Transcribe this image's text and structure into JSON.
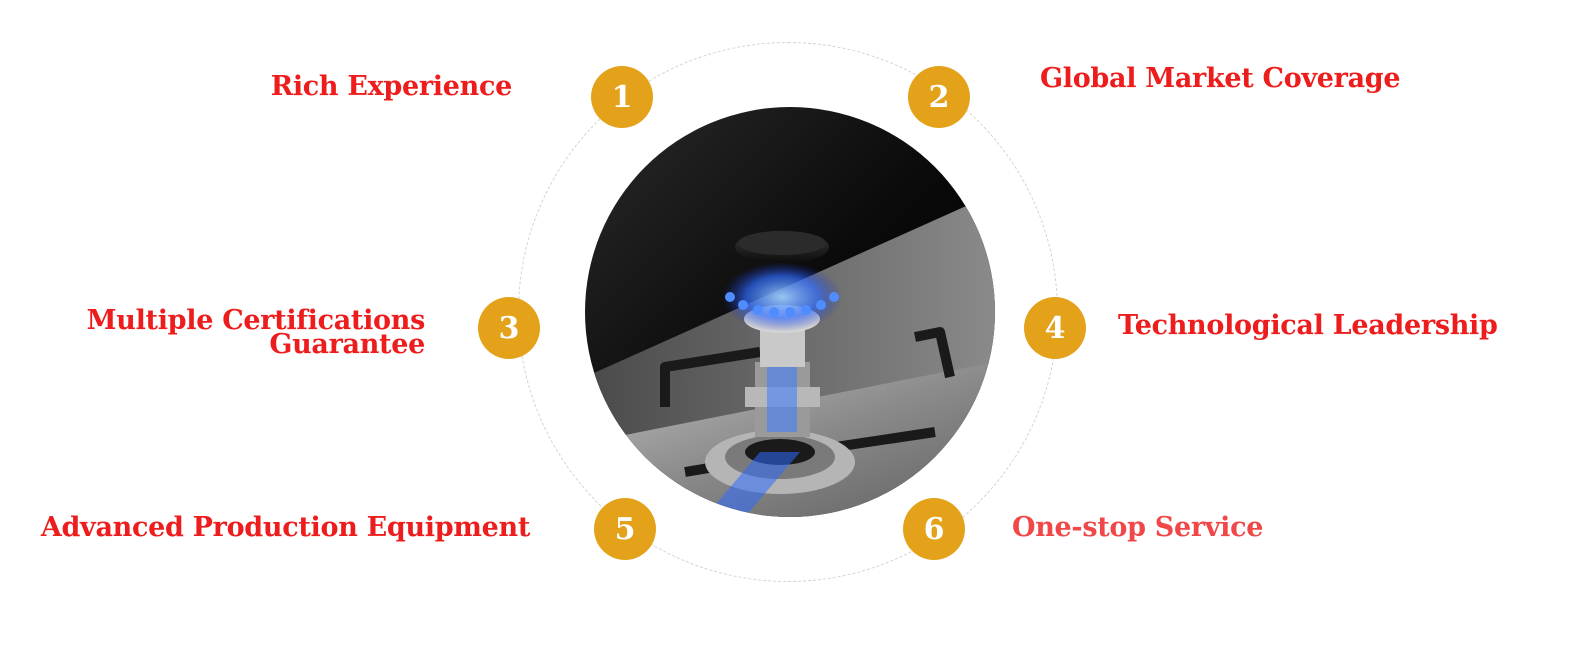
{
  "features": [
    {
      "number": "1",
      "label": "Rich Experience"
    },
    {
      "number": "2",
      "label": "Global Market Coverage"
    },
    {
      "number": "3",
      "label_lines": [
        "Multiple Certifications",
        "Guarantee"
      ]
    },
    {
      "number": "4",
      "label": "Technological Leadership"
    },
    {
      "number": "5",
      "label": "Advanced Production Equipment"
    },
    {
      "number": "6",
      "label": "One-stop Service"
    }
  ],
  "colors": {
    "badge": "#e3a21a",
    "label": "#ee1d1d",
    "label_active": "#f04848",
    "ring": "#d2d2d2",
    "flame": "#2f6bff"
  },
  "image": {
    "subject": "gas-stove-burner-photo"
  }
}
